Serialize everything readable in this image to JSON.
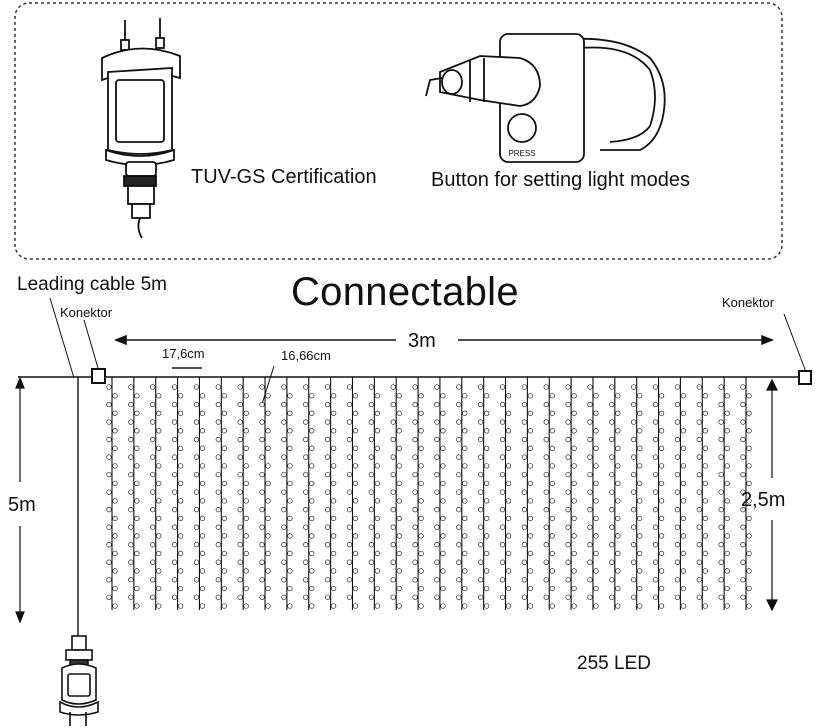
{
  "top_panel": {
    "certification_label": "TUV-GS Certification",
    "button_label": "Button for setting light modes",
    "press_text": "PRESS"
  },
  "main": {
    "leading_cable_label": "Leading cable 5m",
    "title": "Connectable",
    "connector_left_label": "Konektor",
    "connector_right_label": "Konektor",
    "width_label": "3m",
    "spacing_label": "17,6cm",
    "strand_spacing_label": "16,66cm",
    "cable_length_label": "5m",
    "curtain_height_label": "2,5m",
    "led_count_label": "255 LED"
  },
  "curtain": {
    "strand_count": 30,
    "beads_per_strand": 26
  }
}
